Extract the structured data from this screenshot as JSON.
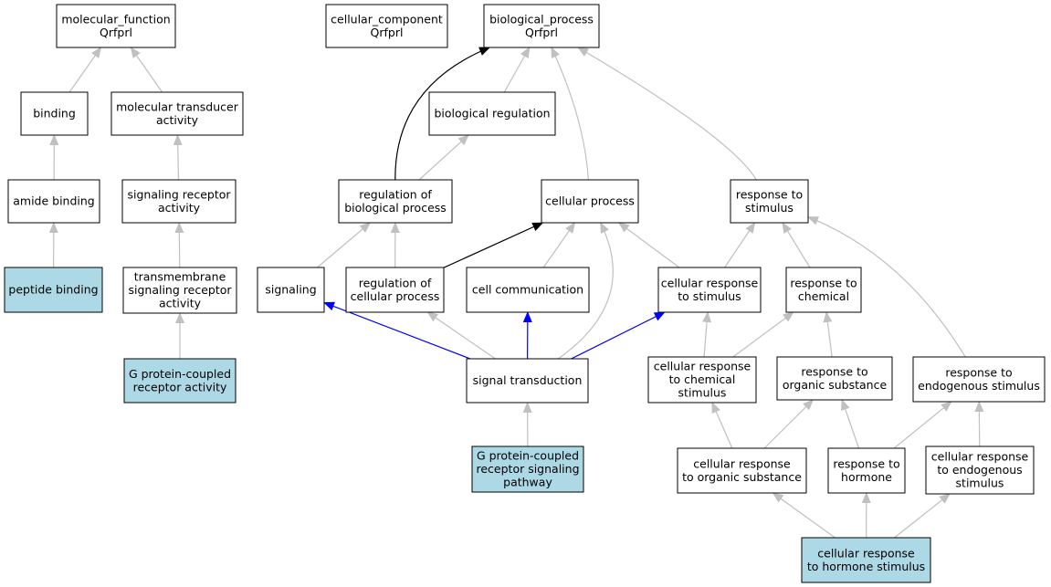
{
  "colors": {
    "node_fill": "#ffffff",
    "highlight_fill": "#add8e6",
    "edge_gray": "#c0c0c0",
    "edge_black": "#000000",
    "edge_blue": "#0000ff"
  },
  "nodes": [
    {
      "id": "molecular_function",
      "lines": [
        "molecular_function",
        "Qrfprl"
      ],
      "highlight": false
    },
    {
      "id": "cellular_component",
      "lines": [
        "cellular_component",
        "Qrfprl"
      ],
      "highlight": false
    },
    {
      "id": "biological_process",
      "lines": [
        "biological_process",
        "Qrfprl"
      ],
      "highlight": false
    },
    {
      "id": "binding",
      "lines": [
        "binding"
      ],
      "highlight": false
    },
    {
      "id": "molecular_transducer_activity",
      "lines": [
        "molecular transducer",
        "activity"
      ],
      "highlight": false
    },
    {
      "id": "biological_regulation",
      "lines": [
        "biological regulation"
      ],
      "highlight": false
    },
    {
      "id": "amide_binding",
      "lines": [
        "amide binding"
      ],
      "highlight": false
    },
    {
      "id": "signaling_receptor_activity",
      "lines": [
        "signaling receptor",
        "activity"
      ],
      "highlight": false
    },
    {
      "id": "regulation_of_biological_process",
      "lines": [
        "regulation of",
        "biological process"
      ],
      "highlight": false
    },
    {
      "id": "cellular_process",
      "lines": [
        "cellular process"
      ],
      "highlight": false
    },
    {
      "id": "response_to_stimulus",
      "lines": [
        "response to",
        "stimulus"
      ],
      "highlight": false
    },
    {
      "id": "peptide_binding",
      "lines": [
        "peptide binding"
      ],
      "highlight": true
    },
    {
      "id": "transmembrane_signaling_receptor_activity",
      "lines": [
        "transmembrane",
        "signaling receptor",
        "activity"
      ],
      "highlight": false
    },
    {
      "id": "signaling",
      "lines": [
        "signaling"
      ],
      "highlight": false
    },
    {
      "id": "regulation_of_cellular_process",
      "lines": [
        "regulation of",
        "cellular process"
      ],
      "highlight": false
    },
    {
      "id": "cell_communication",
      "lines": [
        "cell communication"
      ],
      "highlight": false
    },
    {
      "id": "cellular_response_to_stimulus",
      "lines": [
        "cellular response",
        "to stimulus"
      ],
      "highlight": false
    },
    {
      "id": "response_to_chemical",
      "lines": [
        "response to",
        "chemical"
      ],
      "highlight": false
    },
    {
      "id": "g_protein_coupled_receptor_activity",
      "lines": [
        "G protein-coupled",
        "receptor activity"
      ],
      "highlight": true
    },
    {
      "id": "signal_transduction",
      "lines": [
        "signal transduction"
      ],
      "highlight": false
    },
    {
      "id": "cellular_response_to_chemical_stimulus",
      "lines": [
        "cellular response",
        "to chemical",
        "stimulus"
      ],
      "highlight": false
    },
    {
      "id": "response_to_organic_substance",
      "lines": [
        "response to",
        "organic substance"
      ],
      "highlight": false
    },
    {
      "id": "response_to_endogenous_stimulus",
      "lines": [
        "response to",
        "endogenous stimulus"
      ],
      "highlight": false
    },
    {
      "id": "g_protein_coupled_receptor_signaling_pathway",
      "lines": [
        "G protein-coupled",
        "receptor signaling",
        "pathway"
      ],
      "highlight": true
    },
    {
      "id": "cellular_response_to_organic_substance",
      "lines": [
        "cellular response",
        "to organic substance"
      ],
      "highlight": false
    },
    {
      "id": "response_to_hormone",
      "lines": [
        "response to",
        "hormone"
      ],
      "highlight": false
    },
    {
      "id": "cellular_response_to_endogenous_stimulus",
      "lines": [
        "cellular response",
        "to endogenous",
        "stimulus"
      ],
      "highlight": false
    },
    {
      "id": "cellular_response_to_hormone_stimulus",
      "lines": [
        "cellular response",
        "to hormone stimulus"
      ],
      "highlight": true
    }
  ],
  "edges": [
    {
      "from": "binding",
      "to": "molecular_function",
      "color": "gray"
    },
    {
      "from": "molecular_transducer_activity",
      "to": "molecular_function",
      "color": "gray"
    },
    {
      "from": "amide_binding",
      "to": "binding",
      "color": "gray"
    },
    {
      "from": "peptide_binding",
      "to": "amide_binding",
      "color": "gray"
    },
    {
      "from": "signaling_receptor_activity",
      "to": "molecular_transducer_activity",
      "color": "gray"
    },
    {
      "from": "transmembrane_signaling_receptor_activity",
      "to": "signaling_receptor_activity",
      "color": "gray"
    },
    {
      "from": "g_protein_coupled_receptor_activity",
      "to": "transmembrane_signaling_receptor_activity",
      "color": "gray"
    },
    {
      "from": "biological_regulation",
      "to": "biological_process",
      "color": "gray"
    },
    {
      "from": "regulation_of_biological_process",
      "to": "biological_process",
      "color": "black"
    },
    {
      "from": "cellular_process",
      "to": "biological_process",
      "color": "gray"
    },
    {
      "from": "response_to_stimulus",
      "to": "biological_process",
      "color": "gray"
    },
    {
      "from": "regulation_of_biological_process",
      "to": "biological_regulation",
      "color": "gray"
    },
    {
      "from": "signaling",
      "to": "regulation_of_biological_process",
      "color": "gray"
    },
    {
      "from": "regulation_of_cellular_process",
      "to": "regulation_of_biological_process",
      "color": "gray"
    },
    {
      "from": "regulation_of_cellular_process",
      "to": "cellular_process",
      "color": "black"
    },
    {
      "from": "cell_communication",
      "to": "cellular_process",
      "color": "gray"
    },
    {
      "from": "signal_transduction",
      "to": "cellular_process",
      "color": "gray"
    },
    {
      "from": "cellular_response_to_stimulus",
      "to": "cellular_process",
      "color": "gray"
    },
    {
      "from": "cellular_response_to_stimulus",
      "to": "response_to_stimulus",
      "color": "gray"
    },
    {
      "from": "response_to_chemical",
      "to": "response_to_stimulus",
      "color": "gray"
    },
    {
      "from": "response_to_endogenous_stimulus",
      "to": "response_to_stimulus",
      "color": "gray"
    },
    {
      "from": "signal_transduction",
      "to": "signaling",
      "color": "blue"
    },
    {
      "from": "signal_transduction",
      "to": "regulation_of_cellular_process",
      "color": "gray"
    },
    {
      "from": "signal_transduction",
      "to": "cell_communication",
      "color": "blue"
    },
    {
      "from": "signal_transduction",
      "to": "cellular_response_to_stimulus",
      "color": "blue"
    },
    {
      "from": "g_protein_coupled_receptor_signaling_pathway",
      "to": "signal_transduction",
      "color": "gray"
    },
    {
      "from": "cellular_response_to_chemical_stimulus",
      "to": "cellular_response_to_stimulus",
      "color": "gray"
    },
    {
      "from": "cellular_response_to_chemical_stimulus",
      "to": "response_to_chemical",
      "color": "gray"
    },
    {
      "from": "response_to_organic_substance",
      "to": "response_to_chemical",
      "color": "gray"
    },
    {
      "from": "cellular_response_to_organic_substance",
      "to": "cellular_response_to_chemical_stimulus",
      "color": "gray"
    },
    {
      "from": "cellular_response_to_organic_substance",
      "to": "response_to_organic_substance",
      "color": "gray"
    },
    {
      "from": "response_to_hormone",
      "to": "response_to_organic_substance",
      "color": "gray"
    },
    {
      "from": "response_to_hormone",
      "to": "response_to_endogenous_stimulus",
      "color": "gray"
    },
    {
      "from": "cellular_response_to_endogenous_stimulus",
      "to": "response_to_endogenous_stimulus",
      "color": "gray"
    },
    {
      "from": "cellular_response_to_hormone_stimulus",
      "to": "cellular_response_to_organic_substance",
      "color": "gray"
    },
    {
      "from": "cellular_response_to_hormone_stimulus",
      "to": "response_to_hormone",
      "color": "gray"
    },
    {
      "from": "cellular_response_to_hormone_stimulus",
      "to": "cellular_response_to_endogenous_stimulus",
      "color": "gray"
    }
  ]
}
